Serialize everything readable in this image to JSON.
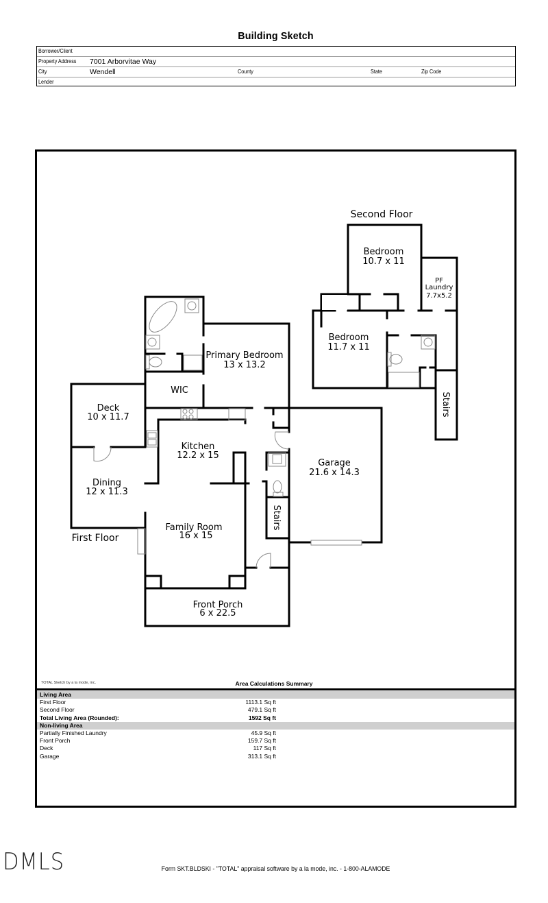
{
  "header": {
    "title": "Building Sketch"
  },
  "info": {
    "borrower_label": "Borrower/Client",
    "borrower_value": "",
    "address_label": "Property Address",
    "address_value": "7001 Arborvitae Way",
    "city_label": "City",
    "city_value": "Wendell",
    "county_label": "County",
    "county_value": "",
    "state_label": "State",
    "state_value": "",
    "zip_label": "Zip Code",
    "zip_value": "",
    "lender_label": "Lender",
    "lender_value": ""
  },
  "sketch": {
    "second_floor_label": "Second Floor",
    "first_floor_label": "First Floor",
    "rooms": {
      "bedroom_upper": {
        "name": "Bedroom",
        "dims": "10.7 x 11"
      },
      "laundry": {
        "name1": "PF",
        "name2": "Laundry",
        "dims": "7.7x5.2"
      },
      "bedroom_lower": {
        "name": "Bedroom",
        "dims": "11.7 x 11"
      },
      "stairs_upper": {
        "name": "Stairs"
      },
      "primary_bedroom": {
        "name": "Primary Bedroom",
        "dims": "13 x 13.2"
      },
      "wic": {
        "name": "WIC"
      },
      "deck": {
        "name": "Deck",
        "dims": "10 x 11.7"
      },
      "kitchen": {
        "name": "Kitchen",
        "dims": "12.2 x 15"
      },
      "dining": {
        "name": "Dining",
        "dims": "12 x 11.3"
      },
      "garage": {
        "name": "Garage",
        "dims": "21.6 x 14.3"
      },
      "stairs_lower": {
        "name": "Stairs"
      },
      "family_room": {
        "name": "Family Room",
        "dims": "16 x 15"
      },
      "front_porch": {
        "name": "Front Porch",
        "dims": "6 x 22.5"
      }
    },
    "credit": "TOTAL Sketch by a la mode, inc."
  },
  "summary": {
    "title": "Area Calculations Summary",
    "living_header": "Living Area",
    "living_rows": [
      {
        "label": "First Floor",
        "value": "1113.1 Sq ft"
      },
      {
        "label": "Second Floor",
        "value": "479.1 Sq ft"
      }
    ],
    "total": {
      "label": "Total Living Area (Rounded):",
      "value": "1592 Sq ft"
    },
    "nonliving_header": "Non-living Area",
    "nonliving_rows": [
      {
        "label": "Partially Finished Laundry",
        "value": "45.9 Sq ft"
      },
      {
        "label": "Front Porch",
        "value": "159.7 Sq ft"
      },
      {
        "label": "Deck",
        "value": "117 Sq ft"
      },
      {
        "label": "Garage",
        "value": "313.1 Sq ft"
      }
    ]
  },
  "footer": {
    "logo": "DMLS",
    "form_text": "Form SKT.BLDSKI - \"TOTAL\" appraisal software by a la mode, inc. - 1-800-ALAMODE"
  }
}
